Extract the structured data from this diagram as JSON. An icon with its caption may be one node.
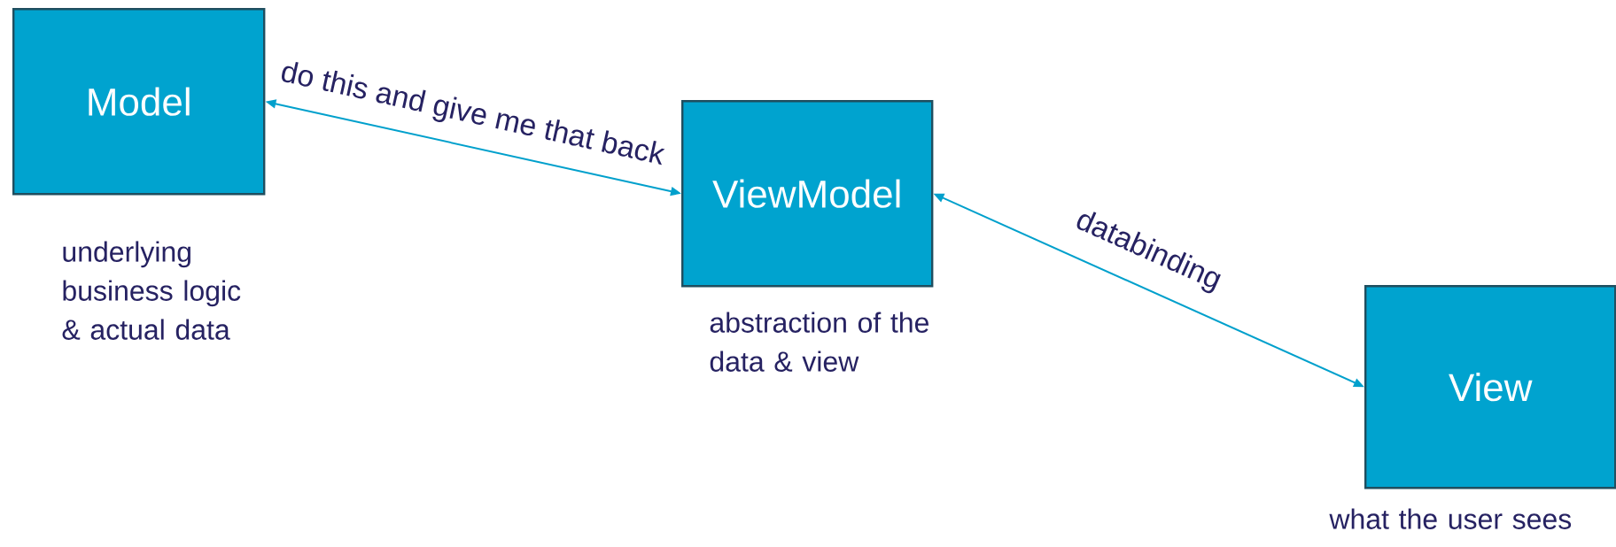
{
  "diagram": {
    "nodes": [
      {
        "text": [
          "Model"
        ],
        "beside": [
          "underlying business logic & actual data"
        ]
      },
      {
        "text": [
          "ViewModel"
        ],
        "beside": [
          "abstraction of the data & view"
        ]
      },
      {
        "text": [
          "View"
        ],
        "beside": [
          "what the user sees"
        ]
      }
    ],
    "edges": [
      {
        "from": 0,
        "to": 1,
        "arrow": "both",
        "label": "do this and give me that back"
      },
      {
        "from": 1,
        "to": 2,
        "arrow": "both",
        "label": "databinding"
      }
    ]
  }
}
